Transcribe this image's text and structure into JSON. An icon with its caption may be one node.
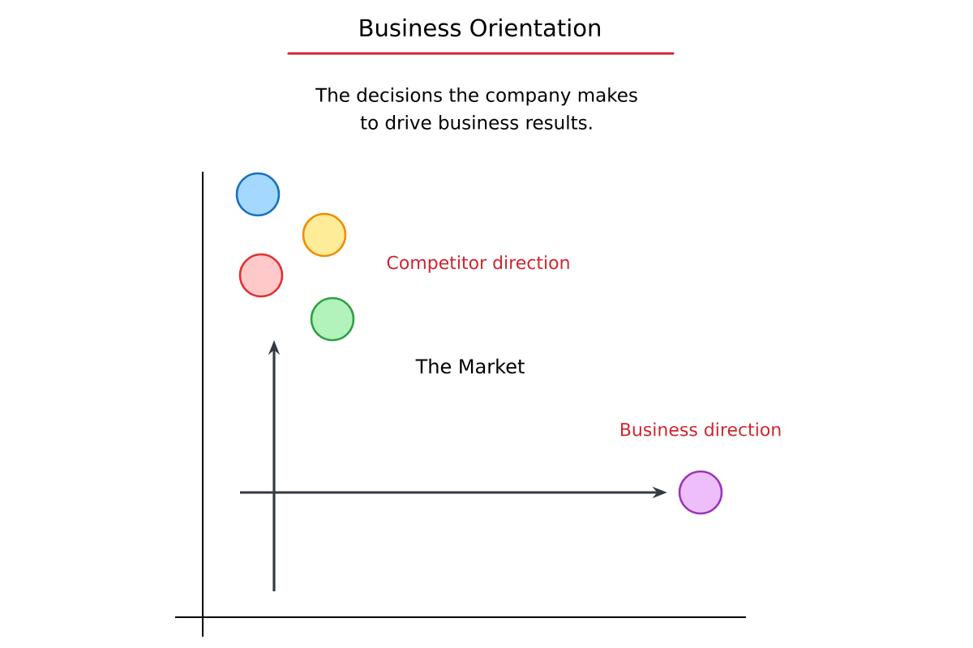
{
  "diagram": {
    "title": "Business Orientation",
    "nodes": [
      {
        "text": [],
        "shape": "circle"
      },
      {
        "text": [],
        "shape": "circle"
      },
      {
        "text": [],
        "shape": "circle"
      },
      {
        "text": [],
        "shape": "circle"
      },
      {
        "text": [],
        "shape": "circle"
      }
    ],
    "edges": [
      {
        "from": null,
        "to": 4,
        "arrow": "to"
      }
    ],
    "labels": [
      "The decisions the company makes to drive business results.",
      "Competitor direction",
      "The Market",
      "Business direction"
    ]
  }
}
